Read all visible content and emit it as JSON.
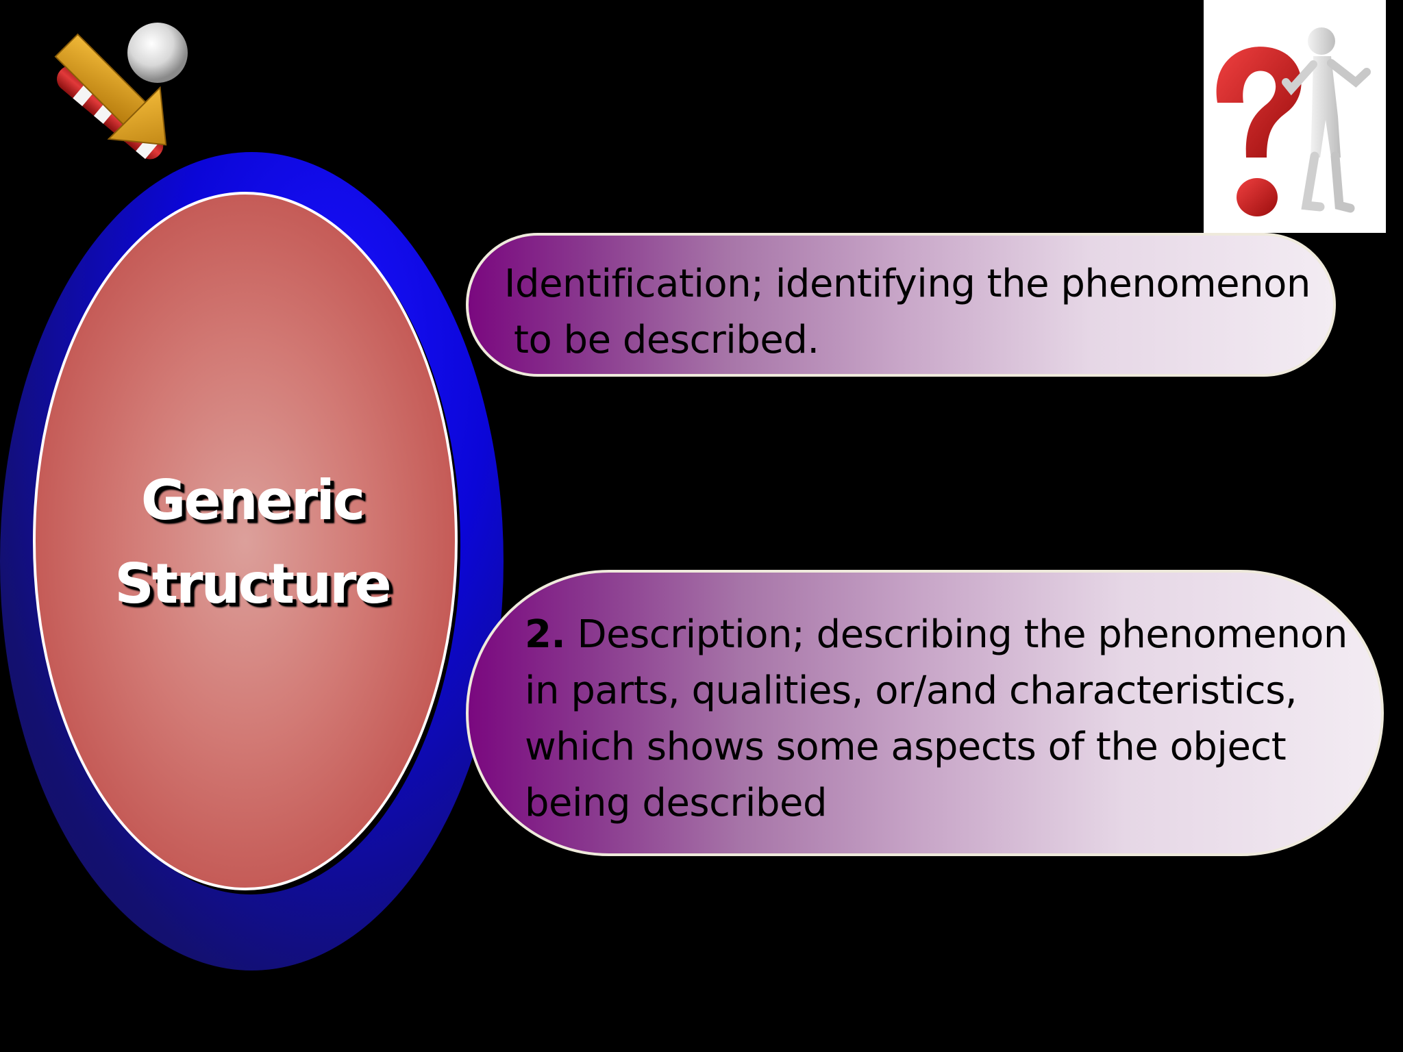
{
  "slide": {
    "oval_title_line1": "Generic",
    "oval_title_line2": "Structure",
    "item1_line1": "Identification; identifying the phenomenon",
    "item1_line2": "to be described.",
    "item2_number": "2.",
    "item2_line1": " Description; describing the phenomenon",
    "item2_line2": "in parts, qualities, or/and characteristics,",
    "item2_line3": "which shows some aspects of the object",
    "item2_line4": "being described"
  },
  "icons": {
    "top_left": "arrow-pole-icon",
    "top_right": "question-mark-figure-icon"
  },
  "colors": {
    "background": "#000000",
    "oval_ring": "#0b06d8",
    "oval_fill": "#c0504d",
    "pill_start": "#7a087f",
    "pill_end": "#f3ecf3"
  }
}
